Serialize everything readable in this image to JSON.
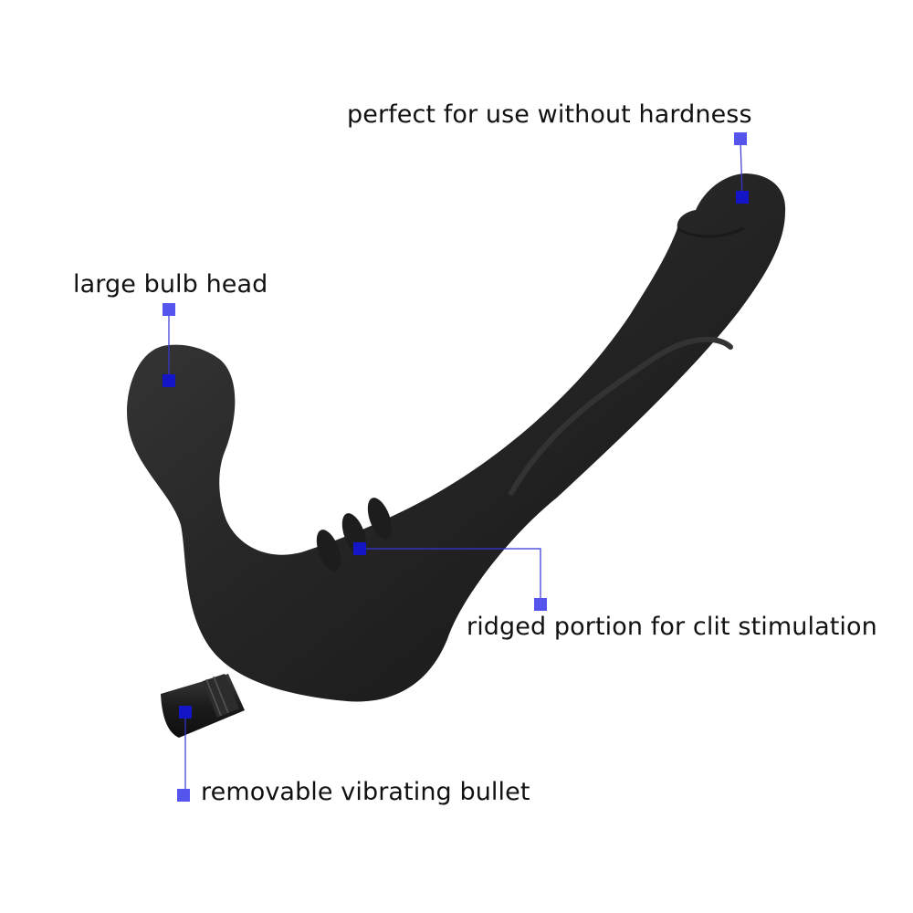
{
  "callouts": {
    "tip": {
      "label": "perfect for use without hardness"
    },
    "bulb": {
      "label": "large bulb head"
    },
    "ridge": {
      "label": "ridged portion for clit stimulation"
    },
    "bullet": {
      "label": "removable vibrating bullet"
    }
  },
  "colors": {
    "marker_outer": "#5555ee",
    "marker_inner": "#1515c8",
    "leader_line": "#3535d8",
    "product_body": "#262626",
    "background": "#ffffff"
  }
}
